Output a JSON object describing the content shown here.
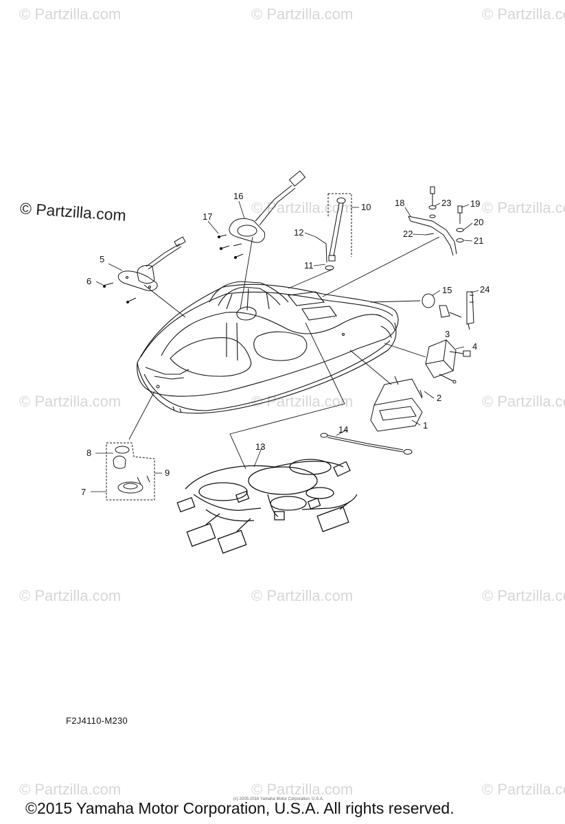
{
  "watermarks": {
    "text": "© Partzilla.com",
    "prominent_text": "© Partzilla.com"
  },
  "diagram": {
    "code": "F2J4110-M230",
    "part_numbers": [
      "1",
      "2",
      "3",
      "4",
      "5",
      "6",
      "7",
      "8",
      "9",
      "10",
      "11",
      "12",
      "13",
      "14",
      "15",
      "16",
      "17",
      "18",
      "19",
      "20",
      "21",
      "22",
      "23",
      "24"
    ]
  },
  "footer": {
    "copyright": "©2015 Yamaha Motor Corporation, U.S.A. All rights reserved.",
    "tiny_copyright": "(c) 2005-2016 Yamaha Motor Corporation, U.S.A."
  }
}
